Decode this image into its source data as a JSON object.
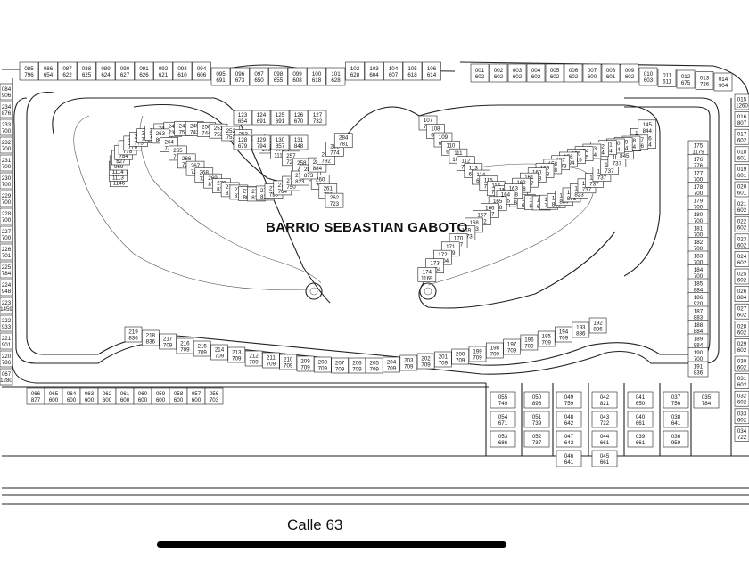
{
  "title": "BARRIO SEBASTIAN GABOTO",
  "street": "Calle 63",
  "colors": {
    "line": "#222222",
    "background": "#ffffff"
  },
  "top_row_left": [
    [
      "085",
      "796"
    ],
    [
      "086",
      "654"
    ],
    [
      "087",
      "622"
    ],
    [
      "088",
      "625"
    ],
    [
      "089",
      "624"
    ],
    [
      "090",
      "627"
    ],
    [
      "091",
      "626"
    ],
    [
      "092",
      "621"
    ],
    [
      "093",
      "610"
    ],
    [
      "094",
      "606"
    ],
    [
      "095",
      "691"
    ],
    [
      "096",
      "673"
    ],
    [
      "097",
      "650"
    ],
    [
      "098",
      "655"
    ],
    [
      "099",
      "608"
    ],
    [
      "100",
      "618"
    ],
    [
      "101",
      "628"
    ],
    [
      "102",
      "628"
    ],
    [
      "103",
      "604"
    ],
    [
      "104",
      "607"
    ],
    [
      "105",
      "618"
    ],
    [
      "106",
      "614"
    ]
  ],
  "top_row_right": [
    [
      "001",
      "602"
    ],
    [
      "002",
      "602"
    ],
    [
      "003",
      "602"
    ],
    [
      "004",
      "602"
    ],
    [
      "005",
      "602"
    ],
    [
      "006",
      "602"
    ],
    [
      "007",
      "600"
    ],
    [
      "008",
      "601"
    ],
    [
      "009",
      "602"
    ],
    [
      "010",
      "603"
    ],
    [
      "011",
      "611"
    ],
    [
      "012",
      "675"
    ],
    [
      "013",
      "726"
    ],
    [
      "014",
      "904"
    ]
  ],
  "bottom_row_left": [
    [
      "066",
      "877"
    ],
    [
      "065",
      "600"
    ],
    [
      "064",
      "600"
    ],
    [
      "063",
      "600"
    ],
    [
      "062",
      "600"
    ],
    [
      "061",
      "600"
    ],
    [
      "060",
      "600"
    ],
    [
      "059",
      "600"
    ],
    [
      "058",
      "600"
    ],
    [
      "057",
      "600"
    ],
    [
      "056",
      "703"
    ]
  ],
  "inner_bottom": [
    [
      "219",
      "836"
    ],
    [
      "218",
      "836"
    ],
    [
      "217",
      "709"
    ],
    [
      "216",
      "709"
    ],
    [
      "215",
      "709"
    ],
    [
      "214",
      "709"
    ],
    [
      "213",
      "709"
    ],
    [
      "212",
      "709"
    ],
    [
      "211",
      "709"
    ],
    [
      "210",
      "709"
    ],
    [
      "209",
      "709"
    ],
    [
      "208",
      "709"
    ],
    [
      "207",
      "709"
    ],
    [
      "206",
      "709"
    ],
    [
      "205",
      "709"
    ],
    [
      "204",
      "709"
    ],
    [
      "203",
      "709"
    ],
    [
      "202",
      "709"
    ],
    [
      "201",
      "709"
    ],
    [
      "200",
      "709"
    ],
    [
      "199",
      "709"
    ],
    [
      "198",
      "709"
    ],
    [
      "197",
      "709"
    ],
    [
      "196",
      "709"
    ],
    [
      "195",
      "709"
    ],
    [
      "194",
      "709"
    ],
    [
      "193",
      "836"
    ],
    [
      "192",
      "836"
    ]
  ],
  "left_arm": [
    [
      "235",
      "1146"
    ],
    [
      "236",
      "1113"
    ],
    [
      "237",
      "1114"
    ],
    [
      "238",
      "969"
    ],
    [
      "239",
      "827"
    ],
    [
      "240",
      "784"
    ],
    [
      "241",
      "778"
    ],
    [
      "242",
      "776"
    ],
    [
      "243",
      "773"
    ],
    [
      "244",
      "772"
    ],
    [
      "245",
      "772"
    ],
    [
      "246",
      "761"
    ],
    [
      "247",
      "731"
    ],
    [
      "248",
      "751"
    ],
    [
      "249",
      "743"
    ],
    [
      "250",
      "744"
    ],
    [
      "251",
      "753"
    ],
    [
      "252",
      "753"
    ],
    [
      "253",
      "740"
    ],
    [
      "254",
      "1093"
    ],
    [
      "255",
      "1097"
    ],
    [
      "256",
      "1110"
    ],
    [
      "257",
      "723"
    ],
    [
      "258",
      "725"
    ],
    [
      "259",
      "724"
    ],
    [
      "260",
      "724"
    ],
    [
      "261",
      "723"
    ],
    [
      "262",
      "723"
    ],
    [
      "263",
      "800"
    ],
    [
      "264",
      "724"
    ],
    [
      "265",
      "724"
    ],
    [
      "266",
      "724"
    ],
    [
      "267",
      "724"
    ],
    [
      "268",
      "724"
    ],
    [
      "269",
      "874"
    ],
    [
      "270",
      "874"
    ],
    [
      "271",
      "874"
    ],
    [
      "272",
      "874"
    ],
    [
      "273",
      "863"
    ],
    [
      "274",
      "833"
    ],
    [
      "275",
      "836"
    ],
    [
      "276",
      "750"
    ],
    [
      "277",
      "764"
    ],
    [
      "278",
      "750"
    ],
    [
      "279",
      "823"
    ],
    [
      "280",
      "873"
    ],
    [
      "281",
      "884"
    ],
    [
      "282",
      "792"
    ],
    [
      "283",
      "774"
    ],
    [
      "284",
      "781"
    ]
  ],
  "right_arm": [
    [
      "107",
      "706"
    ],
    [
      "108",
      "623"
    ],
    [
      "109",
      "697"
    ],
    [
      "110",
      "628"
    ],
    [
      "111",
      "1011"
    ],
    [
      "112",
      "774"
    ],
    [
      "113",
      "642"
    ],
    [
      "114",
      "633"
    ],
    [
      "115",
      "754"
    ],
    [
      "116",
      "701"
    ],
    [
      "117",
      "714"
    ],
    [
      "118",
      "605"
    ],
    [
      "119",
      "680"
    ],
    [
      "120",
      "668"
    ],
    [
      "121",
      "604"
    ],
    [
      "122",
      "640"
    ],
    [
      "132",
      "780"
    ],
    [
      "133",
      "893"
    ],
    [
      "134",
      "884"
    ],
    [
      "135",
      "873"
    ],
    [
      "136",
      "823"
    ],
    [
      "137",
      "737"
    ],
    [
      "138",
      "737"
    ],
    [
      "139",
      "737"
    ],
    [
      "140",
      "737"
    ],
    [
      "141",
      "737"
    ],
    [
      "142",
      "845"
    ],
    [
      "143",
      "845"
    ],
    [
      "144",
      "845"
    ],
    [
      "145",
      "844"
    ],
    [
      "146",
      "844"
    ],
    [
      "147",
      "796"
    ],
    [
      "148",
      "724"
    ],
    [
      "149",
      "724"
    ],
    [
      "150",
      "724"
    ],
    [
      "151",
      "724"
    ],
    [
      "152",
      "724"
    ],
    [
      "153",
      "724"
    ],
    [
      "154",
      "725"
    ],
    [
      "155",
      "1115"
    ],
    [
      "156",
      "1094"
    ],
    [
      "157",
      "1073"
    ],
    [
      "158",
      "728"
    ],
    [
      "159",
      "728"
    ],
    [
      "160",
      "728"
    ],
    [
      "161",
      "727"
    ],
    [
      "162",
      "728"
    ],
    [
      "163",
      "728"
    ],
    [
      "164",
      "715"
    ],
    [
      "165",
      "728"
    ],
    [
      "166",
      "727"
    ],
    [
      "167",
      "792"
    ],
    [
      "168",
      "963"
    ],
    [
      "169",
      "1073"
    ],
    [
      "170",
      "827"
    ],
    [
      "171",
      "789"
    ],
    [
      "172",
      "1104"
    ],
    [
      "173",
      "1254"
    ],
    [
      "174",
      "1169"
    ]
  ],
  "center_lots": [
    [
      "123",
      "654"
    ],
    [
      "124",
      "691"
    ],
    [
      "125",
      "691"
    ],
    [
      "126",
      "670"
    ],
    [
      "127",
      "732"
    ],
    [
      "128",
      "679"
    ],
    [
      "129",
      "794"
    ],
    [
      "130",
      "857"
    ],
    [
      "131",
      "848"
    ]
  ],
  "left_column": [
    [
      "084",
      "906"
    ],
    [
      "234",
      "876"
    ],
    [
      "233",
      "700"
    ],
    [
      "232",
      "700"
    ],
    [
      "231",
      "700"
    ],
    [
      "230",
      "700"
    ],
    [
      "229",
      "700"
    ],
    [
      "228",
      "700"
    ],
    [
      "227",
      "700"
    ],
    [
      "226",
      "701"
    ],
    [
      "225",
      "784"
    ],
    [
      "224",
      "948"
    ],
    [
      "223",
      "1459"
    ],
    [
      "222",
      "933"
    ],
    [
      "221",
      "901"
    ],
    [
      "220",
      "786"
    ],
    [
      "067",
      "1280"
    ]
  ],
  "right_column": [
    [
      "175",
      "1179"
    ],
    [
      "176",
      "776"
    ],
    [
      "177",
      "700"
    ],
    [
      "178",
      "700"
    ],
    [
      "179",
      "700"
    ],
    [
      "180",
      "700"
    ],
    [
      "181",
      "700"
    ],
    [
      "182",
      "700"
    ],
    [
      "183",
      "700"
    ],
    [
      "184",
      "700"
    ],
    [
      "185",
      "884"
    ],
    [
      "186",
      "920"
    ],
    [
      "187",
      "883"
    ],
    [
      "188",
      "884"
    ],
    [
      "189",
      "884"
    ],
    [
      "190",
      "700"
    ],
    [
      "191",
      "836"
    ]
  ],
  "far_right_column": [
    [
      "015",
      "1260"
    ],
    [
      "016",
      "807"
    ],
    [
      "017",
      "602"
    ],
    [
      "018",
      "601"
    ],
    [
      "019",
      "601"
    ],
    [
      "020",
      "601"
    ],
    [
      "021",
      "602"
    ],
    [
      "022",
      "602"
    ],
    [
      "023",
      "602"
    ],
    [
      "024",
      "602"
    ],
    [
      "025",
      "602"
    ],
    [
      "026",
      "884"
    ],
    [
      "027",
      "602"
    ],
    [
      "028",
      "602"
    ],
    [
      "029",
      "602"
    ],
    [
      "030",
      "602"
    ],
    [
      "031",
      "602"
    ],
    [
      "032",
      "602"
    ],
    [
      "033",
      "602"
    ],
    [
      "034",
      "722"
    ]
  ],
  "bottom_blocks": [
    [
      "055",
      "749"
    ],
    [
      "054",
      "671"
    ],
    [
      "053",
      "686"
    ],
    [
      "050",
      "896"
    ],
    [
      "051",
      "739"
    ],
    [
      "052",
      "737"
    ],
    [
      "049",
      "759"
    ],
    [
      "048",
      "642"
    ],
    [
      "047",
      "642"
    ],
    [
      "046",
      "641"
    ],
    [
      "042",
      "821"
    ],
    [
      "043",
      "722"
    ],
    [
      "044",
      "661"
    ],
    [
      "045",
      "661"
    ],
    [
      "041",
      "650"
    ],
    [
      "040",
      "661"
    ],
    [
      "039",
      "661"
    ],
    [
      "037",
      "756"
    ],
    [
      "038",
      "641"
    ],
    [
      "036",
      "959"
    ],
    [
      "035",
      "784"
    ]
  ]
}
